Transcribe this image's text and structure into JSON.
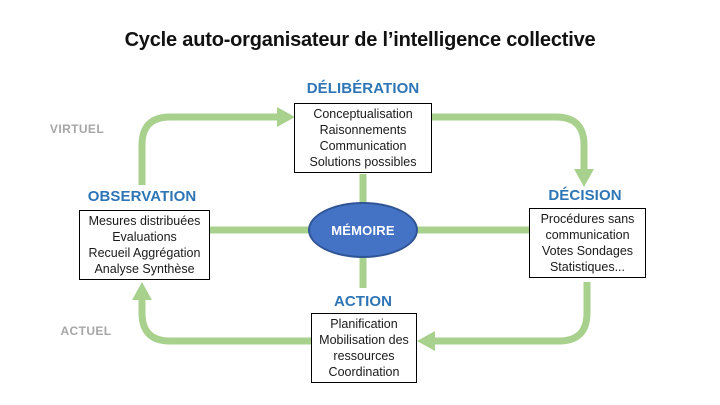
{
  "title": "Cycle auto-organisateur de l’intelligence collective",
  "side_labels": {
    "virtual": "VIRTUEL",
    "actual": "ACTUEL"
  },
  "center": {
    "label": "MÉMOIRE"
  },
  "nodes": {
    "deliberation": {
      "label": "DÉLIBÉRATION",
      "items": [
        "Conceptualisation",
        "Raisonnements",
        "Communication",
        "Solutions possibles"
      ]
    },
    "decision": {
      "label": "DÉCISION",
      "items": [
        "Procédures sans",
        "communication",
        "Votes Sondages",
        "Statistiques..."
      ]
    },
    "action": {
      "label": "ACTION",
      "items": [
        "Planification",
        "Mobilisation des",
        "ressources",
        "Coordination"
      ]
    },
    "observation": {
      "label": "OBSERVATION",
      "items": [
        "Mesures distribuées",
        "Evaluations",
        "Recueil Aggrégation",
        "Analyse Synthèse"
      ]
    }
  },
  "colors": {
    "heading_blue": "#2E75B6",
    "ellipse_fill": "#4472C4",
    "ellipse_border": "#2F5597",
    "arrow_green": "#A9D18E",
    "muted_gray": "#A6A6A6",
    "box_border": "#000000",
    "title_text": "#111111"
  }
}
